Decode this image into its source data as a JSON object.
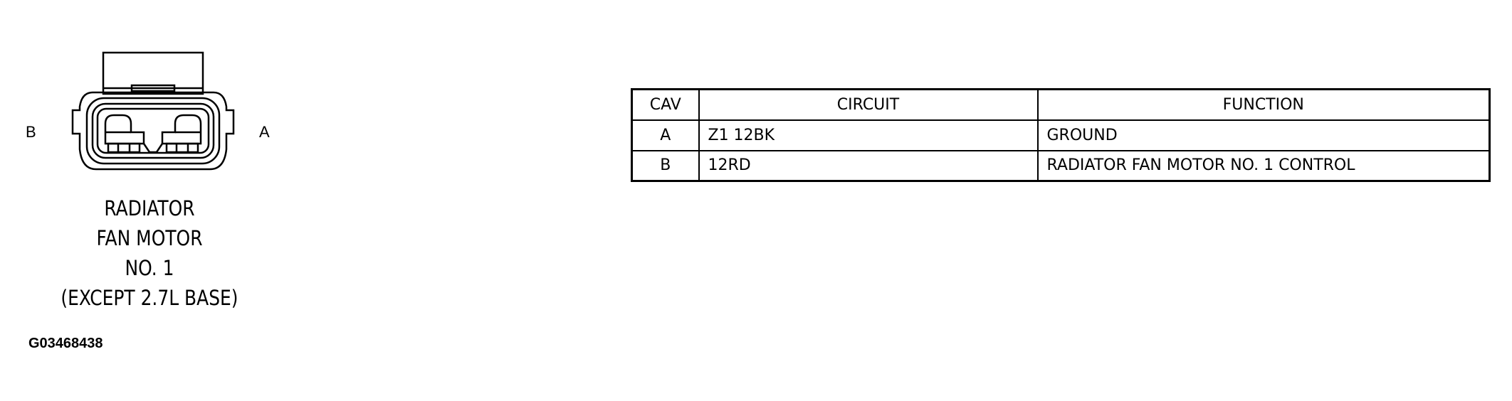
{
  "connector": {
    "pin_left_label": "B",
    "pin_right_label": "A",
    "name_lines": [
      "RADIATOR",
      "FAN MOTOR",
      "NO. 1",
      "(EXCEPT 2.7L BASE)"
    ]
  },
  "figure_id": "G03468438",
  "pin_table": {
    "headers": [
      "CAV",
      "CIRCUIT",
      "FUNCTION"
    ],
    "rows": [
      {
        "cav": "A",
        "circuit": "Z1 12BK",
        "function": "GROUND"
      },
      {
        "cav": "B",
        "circuit": "12RD",
        "function": "RADIATOR FAN MOTOR NO. 1 CONTROL"
      }
    ]
  }
}
